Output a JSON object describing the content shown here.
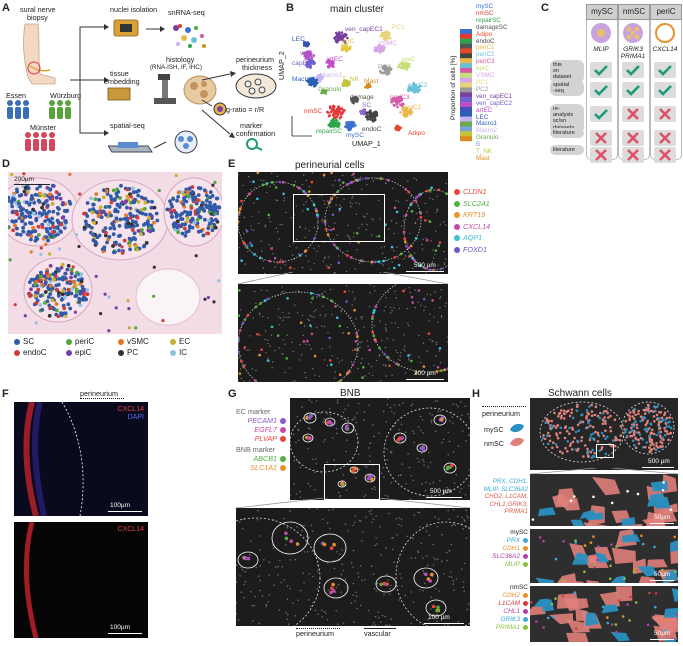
{
  "panels": {
    "A": "A",
    "B": "B",
    "C": "C",
    "D": "D",
    "E": "E",
    "F": "F",
    "G": "G",
    "H": "H"
  },
  "panelA": {
    "sural": "sural nerve",
    "biopsy": "biopsy",
    "nuclei": "nuclei isolation",
    "snrna": "snRNA-seq",
    "tissue": "tissue",
    "embedding": "embedding",
    "histology": "histology",
    "histo_sub": "(RNA-ISH, IF, IHC)",
    "perineurium": "perineurium",
    "thickness": "thickness",
    "gratio": "g-ratio = r/R",
    "marker": "marker",
    "confirmation": "confirmation",
    "spatial": "spatial-seq",
    "essen": "Essen",
    "wurzburg": "Würzburg",
    "munster": "Münster",
    "colors": {
      "essen": "#3a6fb7",
      "wurzburg": "#5aa33a",
      "munster": "#d2475e"
    }
  },
  "panelB": {
    "title": "main cluster",
    "umap_x": "UMAP_1",
    "umap_y": "UMAP_2",
    "proportion": "Proportion of cells [%]",
    "clusters": [
      {
        "name": "ven_capEC1",
        "color": "#7a3fa0"
      },
      {
        "name": "LEC",
        "color": "#3a55b5"
      },
      {
        "name": "ven",
        "color": "#b055c8"
      },
      {
        "name": "capEC2",
        "color": "#6e61d0"
      },
      {
        "name": "artEC",
        "color": "#c04cc6"
      },
      {
        "name": "enC",
        "color": "#e3c73d"
      },
      {
        "name": "PC1",
        "color": "#e9d27a"
      },
      {
        "name": "VSMC",
        "color": "#d9a7e8"
      },
      {
        "name": "epiC",
        "color": "#c7e07a"
      },
      {
        "name": "Macro2",
        "color": "#c9b3ef"
      },
      {
        "name": "Macro1",
        "color": "#2a5fb6"
      },
      {
        "name": "T_NK",
        "color": "#c3c43a"
      },
      {
        "name": "Mast",
        "color": "#d88b1f"
      },
      {
        "name": "Granulo",
        "color": "#6aaa4a"
      },
      {
        "name": "PC2",
        "color": "#9a9a9a"
      },
      {
        "name": "periC2",
        "color": "#6bc0d8"
      },
      {
        "name": "periC3",
        "color": "#d65aa5"
      },
      {
        "name": "periC1",
        "color": "#e8b84c"
      },
      {
        "name": "damage",
        "color": "#555555"
      },
      {
        "name": "SC",
        "color": "#8b66c9"
      },
      {
        "name": "nmSC",
        "color": "#e23838"
      },
      {
        "name": "endoC",
        "color": "#444444"
      },
      {
        "name": "repairSC",
        "color": "#2ea44a"
      },
      {
        "name": "mySC",
        "color": "#3b6fd0"
      },
      {
        "name": "Adipo",
        "color": "#e04a2b"
      }
    ],
    "legend": [
      {
        "name": "mySC",
        "color": "#3b6fd0"
      },
      {
        "name": "nmSC",
        "color": "#e23838"
      },
      {
        "name": "repairSC",
        "color": "#2ea44a"
      },
      {
        "name": "damageSC",
        "color": "#555555"
      },
      {
        "name": "Adipo",
        "color": "#e04a2b"
      },
      {
        "name": "endoC",
        "color": "#444444"
      },
      {
        "name": "periC1",
        "color": "#e8b84c"
      },
      {
        "name": "periC2",
        "color": "#6bc0d8"
      },
      {
        "name": "periC3",
        "color": "#d65aa5"
      },
      {
        "name": "epiC",
        "color": "#c7e07a"
      },
      {
        "name": "VSMC",
        "color": "#d9a7e8"
      },
      {
        "name": "PC1",
        "color": "#e9d27a"
      },
      {
        "name": "PC2",
        "color": "#9a9a9a"
      },
      {
        "name": "ven_capEC1",
        "color": "#7a3fa0"
      },
      {
        "name": "ven_capEC2",
        "color": "#6e61d0"
      },
      {
        "name": "artEC",
        "color": "#c04cc6"
      },
      {
        "name": "LEC",
        "color": "#3a55b5"
      },
      {
        "name": "Macro1",
        "color": "#2a5fb6"
      },
      {
        "name": "Macro2",
        "color": "#c9b3ef"
      },
      {
        "name": "Granulo",
        "color": "#6aaa4a"
      },
      {
        "name": "B",
        "color": "#7aa2d8"
      },
      {
        "name": "T_NK",
        "color": "#c3c43a"
      },
      {
        "name": "Mast",
        "color": "#d88b1f"
      }
    ],
    "stack_colors": [
      "#3b6fd0",
      "#e23838",
      "#2ea44a",
      "#555555",
      "#e04a2b",
      "#444444",
      "#e8b84c",
      "#6bc0d8",
      "#d65aa5",
      "#c7e07a",
      "#d9a7e8",
      "#e9d27a",
      "#9a9a9a",
      "#7a3fa0",
      "#6e61d0",
      "#c04cc6",
      "#3a55b5",
      "#2a5fb6",
      "#c9b3ef",
      "#6aaa4a",
      "#7aa2d8",
      "#c3c43a",
      "#d88b1f"
    ]
  },
  "panelC": {
    "columns": [
      {
        "name": "mySC",
        "gene": "MLIP"
      },
      {
        "name": "nmSC",
        "gene": "GRIK3\nPRIMA1"
      },
      {
        "name": "periC",
        "gene": "CXCL14"
      }
    ],
    "rows": [
      {
        "label": "this\nsn\ndataset",
        "marks": [
          "check",
          "check",
          "check"
        ]
      },
      {
        "label": "spatial\n-seq",
        "marks": [
          "check",
          "check",
          "check"
        ]
      },
      {
        "label": "re-\nanalysis\nsc/sn\ndatasets",
        "marks": [
          "check",
          "cross",
          "cross"
        ]
      },
      {
        "label": "literature",
        "marks": [
          "cross",
          "cross",
          "cross"
        ]
      },
      {
        "label": "literature",
        "marks": [
          "cross",
          "cross",
          "cross"
        ]
      }
    ],
    "check_color": "#1e9a78",
    "cross_color": "#e0526b"
  },
  "panelD": {
    "scale": "200µm",
    "legend": [
      {
        "name": "SC",
        "color": "#2f5aa8"
      },
      {
        "name": "periC",
        "color": "#52a83a"
      },
      {
        "name": "vSMC",
        "color": "#e0782a"
      },
      {
        "name": "EC",
        "color": "#c8b02a"
      },
      {
        "name": "endoC",
        "color": "#d33a3a"
      },
      {
        "name": "epiC",
        "color": "#7a3fa0"
      },
      {
        "name": "PC",
        "color": "#333333"
      },
      {
        "name": "IC",
        "color": "#8fc4e0"
      }
    ]
  },
  "panelE": {
    "title": "perineurial cells",
    "scale_top": "500 µm",
    "scale_bottom": "200 µm",
    "genes": [
      {
        "name": "CLDN1",
        "color": "#e8473f"
      },
      {
        "name": "SLC2A1",
        "color": "#52b040"
      },
      {
        "name": "KRT19",
        "color": "#e8922a"
      },
      {
        "name": "CXCL14",
        "color": "#c64aa8"
      },
      {
        "name": "AQP1",
        "color": "#38c3d8"
      },
      {
        "name": "FOXD1",
        "color": "#6e55c8"
      }
    ]
  },
  "panelF": {
    "perineurium": "perineurium",
    "cxcl14": "CXCL14",
    "dapi": "DAPI",
    "cxcl14_b": "CXCL14",
    "scale1": "100µm",
    "scale2": "100µm"
  },
  "panelG": {
    "title": "BNB",
    "ec_marker": "EC marker",
    "ec_genes": [
      {
        "name": "PECAM1",
        "color": "#8a5ac8"
      },
      {
        "name": "EGFL7",
        "color": "#c64aa8"
      },
      {
        "name": "PLVAP",
        "color": "#e8473f"
      }
    ],
    "bnb_marker": "BNB marker",
    "bnb_genes": [
      {
        "name": "ABCB1",
        "color": "#52b040"
      },
      {
        "name": "SLC1A1",
        "color": "#e8922a"
      }
    ],
    "scale_top": "500 µm",
    "scale_bottom": "100 µm",
    "perineurium": "perineurium",
    "vascular": "vascular"
  },
  "panelH": {
    "title": "Schwann cells",
    "perineurium": "perineurium",
    "mySC": "mySC",
    "nmSC": "nmSC",
    "scale1": "500 µm",
    "scale2": "50µm",
    "scale3": "50µm",
    "scale4": "50µm",
    "block1": {
      "line1": "PRX, CDH1,",
      "line2": "MLIP, SLC36A2",
      "line3": "CHD2, L1CAM,",
      "line4": "CHL1,GRIK3,",
      "line5": "PRIMA1"
    },
    "block2_title": "mySC",
    "block2": [
      {
        "name": "PRX",
        "color": "#3aa8d8"
      },
      {
        "name": "CDH1",
        "color": "#e8922a"
      },
      {
        "name": "SLC36A2",
        "color": "#b040a8"
      },
      {
        "name": "MLIP",
        "color": "#8ac03a"
      }
    ],
    "block3_title": "nmSC",
    "block3": [
      {
        "name": "CDH2",
        "color": "#e8922a"
      },
      {
        "name": "L1CAM",
        "color": "#d33a3a"
      },
      {
        "name": "CHL1",
        "color": "#b040a8"
      },
      {
        "name": "GRIK3",
        "color": "#3aa8d8"
      },
      {
        "name": "PRIMA1",
        "color": "#8ac03a"
      }
    ],
    "colors": {
      "mySC": "#2a8fc0",
      "nmSC": "#e0807a"
    }
  }
}
